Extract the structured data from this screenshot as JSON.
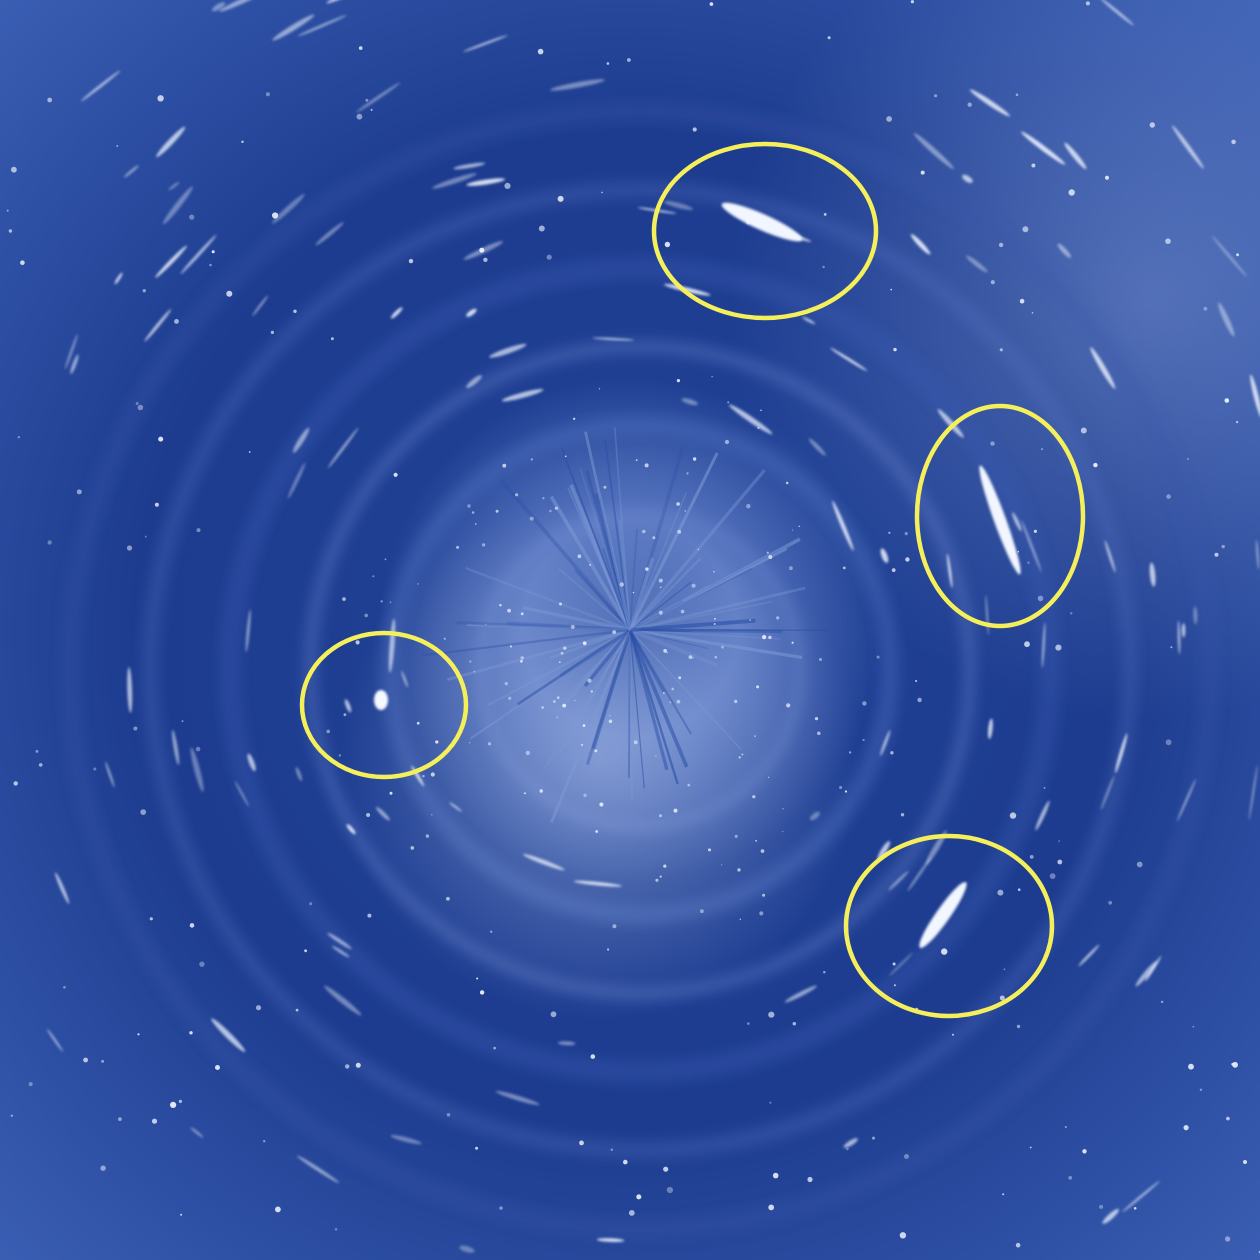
{
  "scene": {
    "subject": "swirling-starfield-tunnel",
    "colors": {
      "space_dark": "#0b2160",
      "space_mid": "#2a4fa6",
      "space_light": "#7d9ad6",
      "star": "#eef4ff",
      "highlight": "#f4ef5a"
    }
  },
  "highlights": [
    {
      "name": "highlight-streak-top",
      "icon": "yellow-ellipse-outline"
    },
    {
      "name": "highlight-streak-right",
      "icon": "yellow-ellipse-outline"
    },
    {
      "name": "highlight-star-left",
      "icon": "yellow-ellipse-outline"
    },
    {
      "name": "highlight-streak-bottom-right",
      "icon": "yellow-ellipse-outline"
    }
  ]
}
